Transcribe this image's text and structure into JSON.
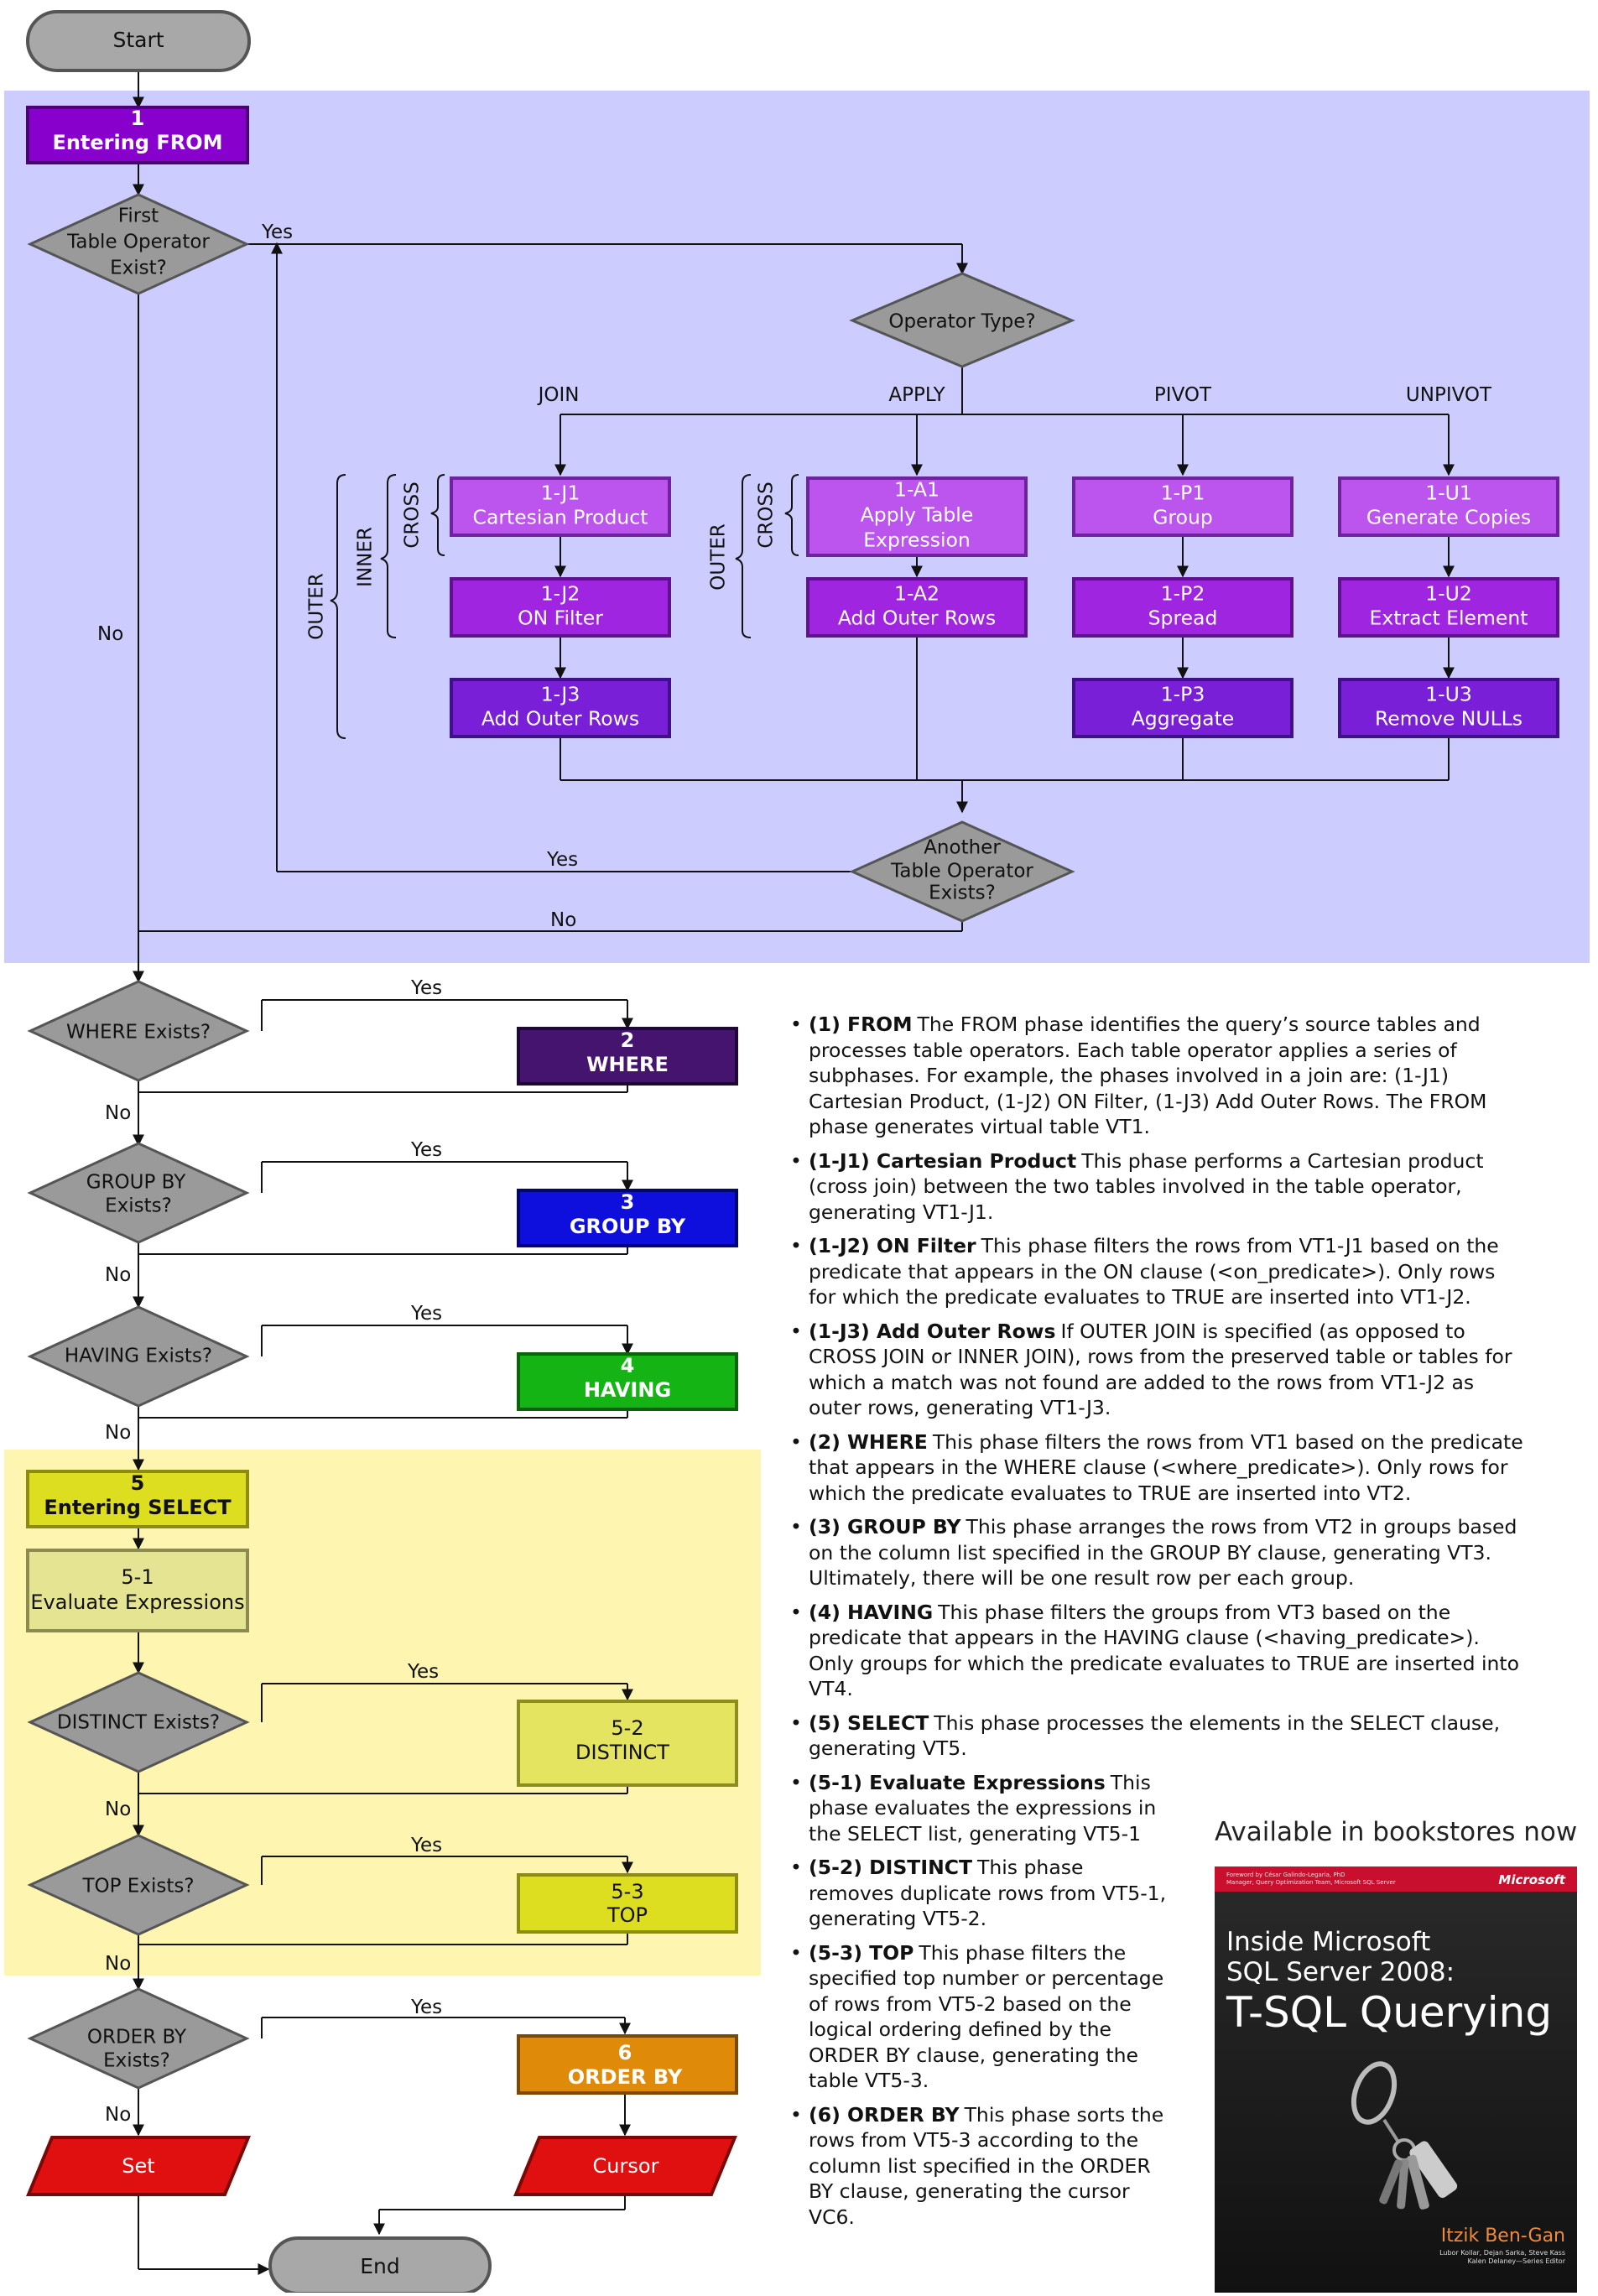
{
  "flowchart": {
    "start": "Start",
    "end": "End",
    "step1": {
      "num": "1",
      "label": "Entering FROM"
    },
    "first_table_op": {
      "l1": "First",
      "l2": "Table Operator",
      "l3": "Exist?"
    },
    "operator_type": "Operator Type?",
    "op_labels": {
      "join": "JOIN",
      "apply": "APPLY",
      "pivot": "PIVOT",
      "unpivot": "UNPIVOT"
    },
    "bracket_labels": {
      "outer": "OUTER",
      "inner": "INNER",
      "cross": "CROSS"
    },
    "j1": {
      "num": "1-J1",
      "label": "Cartesian Product"
    },
    "j2": {
      "num": "1-J2",
      "label": "ON Filter"
    },
    "j3": {
      "num": "1-J3",
      "label": "Add Outer Rows"
    },
    "a1": {
      "num": "1-A1",
      "l1": "Apply Table",
      "l2": "Expression"
    },
    "a2": {
      "num": "1-A2",
      "label": "Add Outer Rows"
    },
    "p1": {
      "num": "1-P1",
      "label": "Group"
    },
    "p2": {
      "num": "1-P2",
      "label": "Spread"
    },
    "p3": {
      "num": "1-P3",
      "label": "Aggregate"
    },
    "u1": {
      "num": "1-U1",
      "label": "Generate Copies"
    },
    "u2": {
      "num": "1-U2",
      "label": "Extract Element"
    },
    "u3": {
      "num": "1-U3",
      "label": "Remove NULLs"
    },
    "another_op": {
      "l1": "Another",
      "l2": "Table Operator",
      "l3": "Exists?"
    },
    "yes": "Yes",
    "no": "No",
    "where_exists": "WHERE Exists?",
    "where_box": {
      "num": "2",
      "label": "WHERE"
    },
    "groupby_exists": {
      "l1": "GROUP BY",
      "l2": "Exists?"
    },
    "groupby_box": {
      "num": "3",
      "label": "GROUP BY"
    },
    "having_exists": "HAVING Exists?",
    "having_box": {
      "num": "4",
      "label": "HAVING"
    },
    "step5": {
      "num": "5",
      "label": "Entering SELECT"
    },
    "s5_1": {
      "num": "5-1",
      "label": "Evaluate Expressions"
    },
    "distinct_exists": "DISTINCT Exists?",
    "s5_2": {
      "num": "5-2",
      "label": "DISTINCT"
    },
    "top_exists": "TOP Exists?",
    "s5_3": {
      "num": "5-3",
      "label": "TOP"
    },
    "orderby_exists": {
      "l1": "ORDER BY",
      "l2": "Exists?"
    },
    "orderby_box": {
      "num": "6",
      "label": "ORDER BY"
    },
    "set": "Set",
    "cursor": "Cursor"
  },
  "descriptions": [
    {
      "title": "(1) FROM",
      "text": "The FROM phase identifies the query’s source tables and processes table operators. Each table operator applies a series of subphases. For example, the phases involved in a join are: (1-J1) Cartesian Product, (1-J2) ON Filter, (1-J3) Add Outer Rows. The FROM phase generates virtual table VT1."
    },
    {
      "title": "(1-J1) Cartesian Product",
      "text": "This phase performs a Cartesian product (cross join) between the two tables involved in the table operator, generating VT1-J1."
    },
    {
      "title": "(1-J2) ON Filter",
      "text": "This phase filters the rows from VT1-J1 based on the predicate that appears in the ON clause (<on_predicate>). Only rows for which the predicate evaluates to TRUE are inserted into VT1-J2."
    },
    {
      "title": "(1-J3) Add Outer Rows",
      "text": "If OUTER JOIN is specified (as opposed to CROSS JOIN or INNER JOIN), rows from the preserved table or tables for which a match was not found are added to the rows from VT1-J2 as outer rows, generating VT1-J3."
    },
    {
      "title": "(2) WHERE",
      "text": "This phase filters the rows from VT1 based on the predicate that appears in the WHERE clause (<where_predicate>). Only rows for which the predicate evaluates to TRUE are inserted into VT2."
    },
    {
      "title": "(3) GROUP BY",
      "text": "This phase arranges the rows from VT2 in groups based on the column list specified in the GROUP BY clause, generating VT3. Ultimately, there will be one result row per each group."
    },
    {
      "title": "(4) HAVING",
      "text": "This phase filters the groups from VT3 based on the predicate that appears in the HAVING clause (<having_predicate>). Only groups for which the predicate evaluates to TRUE are inserted into VT4."
    },
    {
      "title": "(5) SELECT",
      "text": "This phase processes the elements in the SELECT clause, generating VT5."
    },
    {
      "title": "(5-1) Evaluate Expressions",
      "text": "This phase evaluates the expressions in the SELECT list, generating VT5-1"
    },
    {
      "title": "(5-2) DISTINCT",
      "text": "This phase removes duplicate rows from VT5-1, generating VT5-2."
    },
    {
      "title": "(5-3) TOP",
      "text": "This phase filters the specified top number or percentage of rows from VT5-2 based on the logical ordering defined by the ORDER BY clause, generating the table VT5-3."
    },
    {
      "title": "(6) ORDER BY",
      "text": "This phase sorts the rows from VT5-3 according to the column list specified in the ORDER BY clause, generating the cursor VC6."
    }
  ],
  "book": {
    "caption": "Available in bookstores now",
    "foreword": "Foreword by César Galindo-Legaria, PhD",
    "foreword_sub": "Manager, Query Optimization Team, Microsoft SQL Server",
    "publisher": "Microsoft",
    "title_l1": "Inside Microsoft",
    "title_l2": "SQL Server 2008:",
    "title_l3": "T-SQL Querying",
    "author": "Itzik Ben-Gan",
    "coauthors_l1": "Lubor Kollar, Dejan Sarka, Steve Kass",
    "coauthors_l2": "Kalen Delaney—Series Editor"
  },
  "colors": {
    "from_region": "#ccccff",
    "select_region": "#fdf5b0",
    "step1": "#8800cc",
    "subphase_light": "#bb55ee",
    "subphase_mid": "#a025e0",
    "subphase_dark": "#7a1fd8",
    "where": "#44146e",
    "groupby": "#0e0edd",
    "having": "#14b414",
    "select_yellow": "#dede20",
    "select_light": "#e4e492",
    "orderby": "#e08a0a",
    "terminal_red": "#e01010",
    "decision_gray": "#9a9a9a",
    "terminal_gray": "#a8a8a8"
  }
}
